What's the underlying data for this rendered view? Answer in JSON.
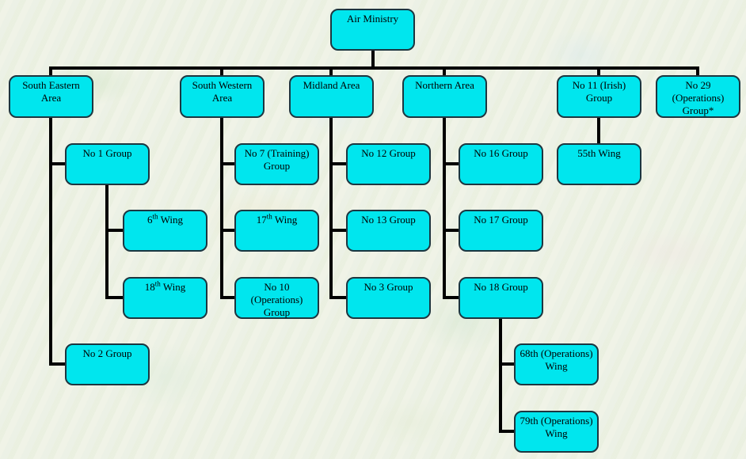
{
  "style": {
    "background": "#eef2e4",
    "node_fill": "#00e6ee",
    "node_border": "#1c3640",
    "connector": "#000000",
    "text": "#000000"
  },
  "nodes": {
    "air_ministry": {
      "label": "Air Ministry",
      "parent": null
    },
    "south_eastern_area": {
      "label": "South Eastern Area",
      "lines": [
        "South Eastern",
        "Area"
      ],
      "parent": "Air Ministry"
    },
    "south_western_area": {
      "label": "South Western Area",
      "lines": [
        "South Western",
        "Area"
      ],
      "parent": "Air Ministry"
    },
    "midland_area": {
      "label": "Midland Area",
      "parent": "Air Ministry"
    },
    "northern_area": {
      "label": "Northern Area",
      "parent": "Air Ministry"
    },
    "no_11_irish_group": {
      "label": "No 11 (Irish) Group",
      "lines": [
        "No 11 (Irish)",
        "Group"
      ],
      "parent": "Air Ministry"
    },
    "no_29_operations_group": {
      "label": "No 29 (Operations) Group*",
      "lines": [
        "No 29",
        "(Operations)",
        "Group*"
      ],
      "parent": "Air Ministry"
    },
    "no_1_group": {
      "label": "No 1 Group",
      "parent": "South Eastern Area"
    },
    "wing_6": {
      "label": "6th Wing",
      "parts": {
        "before": "6",
        "sup": "th",
        "after": " Wing"
      },
      "parent": "No 1 Group"
    },
    "wing_18": {
      "label": "18th Wing",
      "parts": {
        "before": "18",
        "sup": "th",
        "after": " Wing"
      },
      "parent": "No 1 Group"
    },
    "no_2_group": {
      "label": "No 2 Group",
      "parent": "South Eastern Area"
    },
    "no_7_training_group": {
      "label": "No 7 (Training) Group",
      "lines": [
        "No 7 (Training)",
        "Group"
      ],
      "parent": "South Western Area"
    },
    "wing_17": {
      "label": "17th Wing",
      "parts": {
        "before": "17",
        "sup": "th",
        "after": " Wing"
      },
      "parent": "South Western Area"
    },
    "no_10_operations_group": {
      "label": "No 10 (Operations) Group",
      "lines": [
        "No 10",
        "(Operations)",
        "Group"
      ],
      "parent": "South Western Area"
    },
    "no_12_group": {
      "label": "No 12 Group",
      "parent": "Midland Area"
    },
    "no_13_group": {
      "label": "No 13 Group",
      "parent": "Midland Area"
    },
    "no_3_group": {
      "label": "No 3 Group",
      "parent": "Midland Area"
    },
    "no_16_group": {
      "label": "No 16 Group",
      "parent": "Northern Area"
    },
    "no_17_group": {
      "label": "No 17 Group",
      "parent": "Northern Area"
    },
    "no_18_group": {
      "label": "No 18 Group",
      "parent": "Northern Area"
    },
    "wing_55": {
      "label": "55th Wing",
      "parent": "No 11 (Irish) Group"
    },
    "wing_68": {
      "label": "68th (Operations) Wing",
      "lines": [
        "68th (Operations)",
        "Wing"
      ],
      "parent": "No 18 Group"
    },
    "wing_79": {
      "label": "79th (Operations) Wing",
      "lines": [
        "79th (Operations)",
        "Wing"
      ],
      "parent": "No 18 Group"
    }
  }
}
